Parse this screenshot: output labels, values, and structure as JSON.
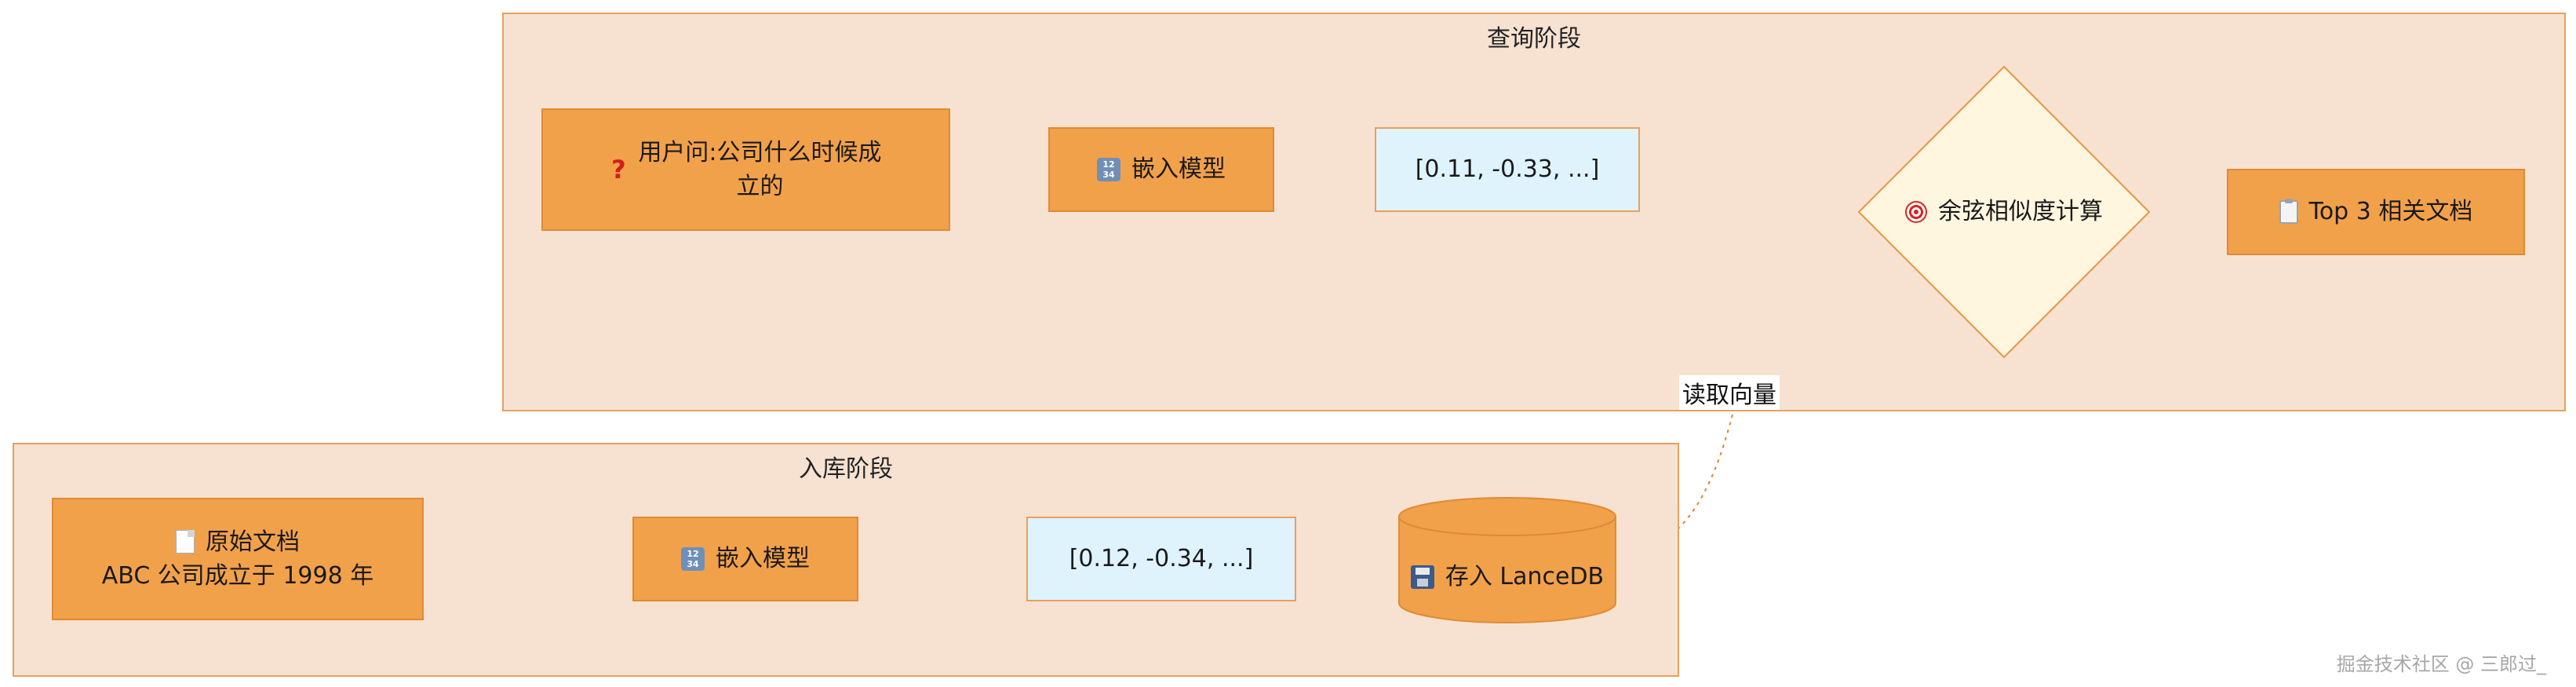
{
  "groups": {
    "query_title": "查询阶段",
    "ingest_title": "入库阶段"
  },
  "nodes": {
    "question": {
      "icon": "question-mark-icon",
      "line1": "用户问:公司什么时候成",
      "line2": "立的"
    },
    "embed_query": {
      "icon": "input-numbers-icon",
      "label": "嵌入模型"
    },
    "query_vector": {
      "label": "[0.11, -0.33, ...]"
    },
    "cosine": {
      "icon": "target-icon",
      "label": "余弦相似度计算"
    },
    "top3": {
      "icon": "clipboard-icon",
      "label": "Top 3 相关文档"
    },
    "source_doc": {
      "icon": "page-icon",
      "line1": "原始文档",
      "line2": "ABC 公司成立于 1998 年"
    },
    "embed_ingest": {
      "icon": "input-numbers-icon",
      "label": "嵌入模型"
    },
    "ingest_vector": {
      "label": "[0.12, -0.34, ...]"
    },
    "store": {
      "icon": "floppy-disk-icon",
      "label": "存入 LanceDB"
    }
  },
  "edges": {
    "read_vectors_label": "读取向量"
  },
  "watermark": "掘金技术社区 @ 三郎过_"
}
